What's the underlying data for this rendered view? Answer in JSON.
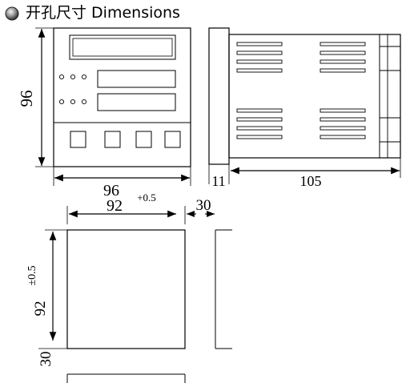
{
  "header": {
    "title": "开孔尺寸 Dimensions",
    "bullet_icon": "gray-sphere-bullet"
  },
  "front_view": {
    "height_label": "96",
    "width_label": "96"
  },
  "side_view": {
    "bezel_depth_label": "11",
    "body_depth_label": "105"
  },
  "cutout": {
    "width_label": "92",
    "width_tolerance": "+0.5",
    "height_label": "92",
    "height_tolerance": "±0.5",
    "h_spacing_label": "30",
    "v_spacing_label": "30"
  },
  "colors": {
    "line": "#000000",
    "background": "#ffffff"
  }
}
